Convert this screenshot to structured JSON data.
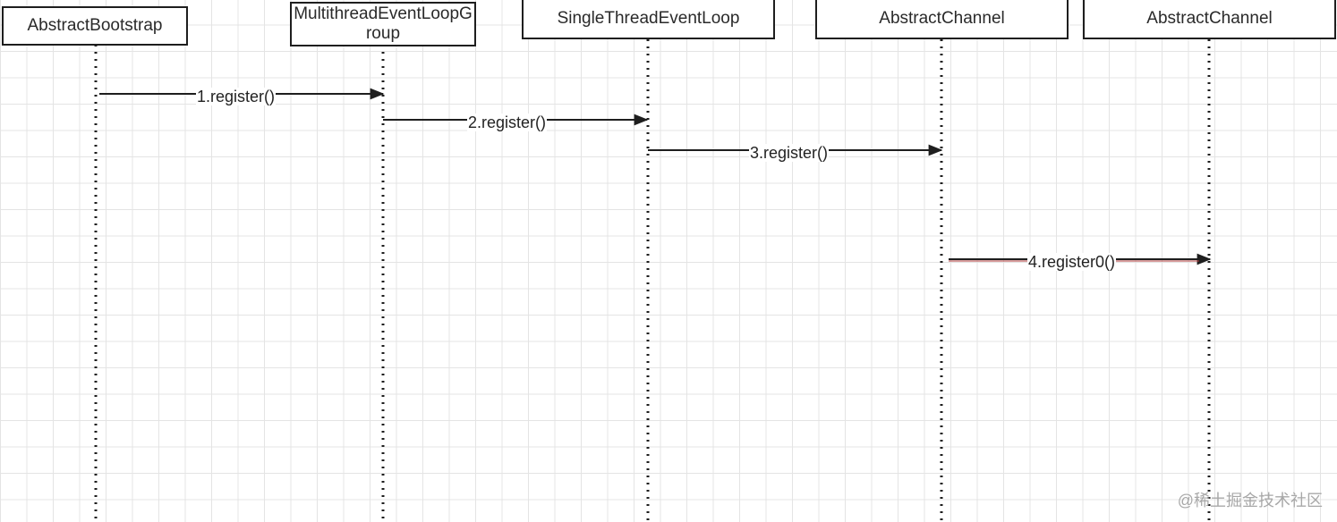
{
  "participants": [
    {
      "id": "p1",
      "label": "AbstractBootstrap"
    },
    {
      "id": "p2",
      "label": "MultithreadEventLoopGroup"
    },
    {
      "id": "p3",
      "label": "SingleThreadEventLoop"
    },
    {
      "id": "p4",
      "label": "AbstractChannel"
    },
    {
      "id": "p5",
      "label": "AbstractChannel"
    }
  ],
  "messages": [
    {
      "label": "1.register()"
    },
    {
      "label": "2.register()"
    },
    {
      "label": "3.register()"
    },
    {
      "label": "4.register0()"
    }
  ],
  "watermark": "@稀土掘金技术社区",
  "colors": {
    "line": "#1e1e1e",
    "highlight_line": "#b23a3a",
    "grid": "#e4e4e4"
  }
}
